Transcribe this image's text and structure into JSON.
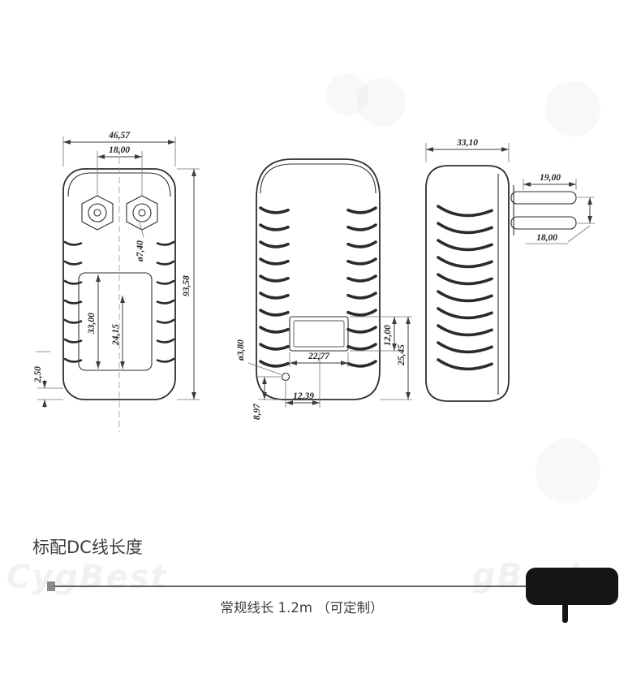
{
  "drawing": {
    "front_view": {
      "width": "46,57",
      "pin_spacing": "18,00",
      "height": "93,58",
      "pin_diameter": "ø7,40",
      "inner_height_a": "33,00",
      "inner_height_b": "24,15",
      "bottom_thickness": "2,50"
    },
    "back_view": {
      "hole_diameter": "ø3,80",
      "label_width": "22,77",
      "label_height": "12,00",
      "label_offset": "25,45",
      "hole_offset_x": "12,39",
      "hole_offset_y": "8,97"
    },
    "side_view": {
      "depth": "33,10",
      "pin_length": "19,00",
      "pin_gap": "18,00"
    }
  },
  "cable_section": {
    "title": "标配DC线长度",
    "note": "常规线长 1.2m （可定制）"
  },
  "watermark": {
    "left": "CygBest",
    "right": "gBest"
  }
}
